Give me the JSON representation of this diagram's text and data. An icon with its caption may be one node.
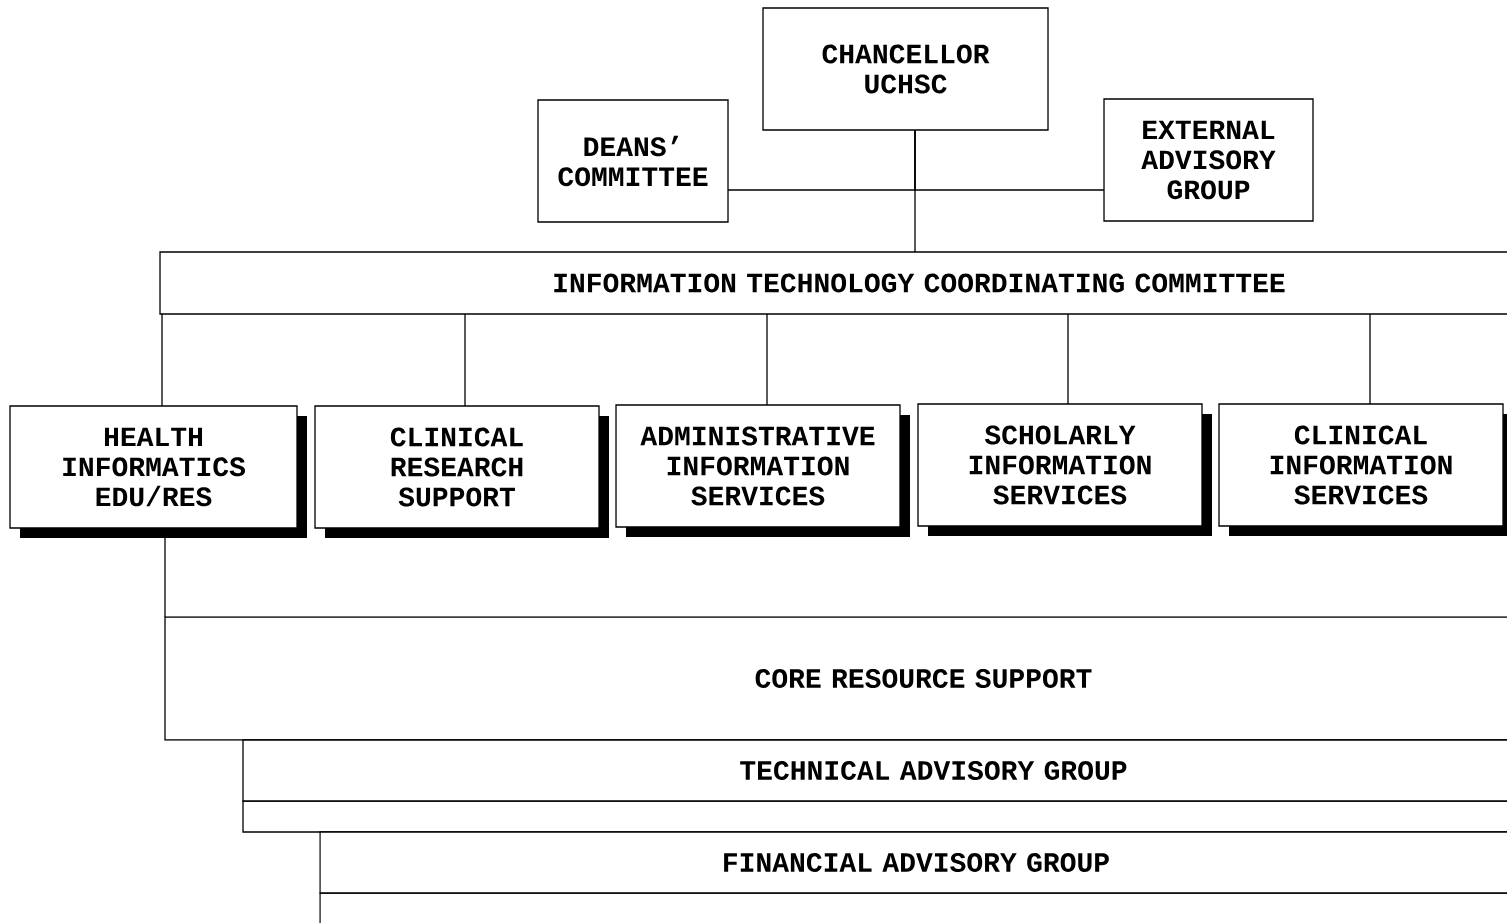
{
  "diagram": {
    "nodes": [
      {
        "text": [
          "CHANCELLOR UCHSC"
        ]
      },
      {
        "text": [
          "DEANS’ COMMITTEE"
        ]
      },
      {
        "text": [
          "EXTERNAL ADVISORY GROUP"
        ]
      },
      {
        "text": [
          "INFORMATION TECHNOLOGY COORDINATING COMMITTEE"
        ]
      },
      {
        "text": [
          "HEALTH INFORMATICS EDU/RES"
        ]
      },
      {
        "text": [
          "CLINICAL RESEARCH SUPPORT"
        ]
      },
      {
        "text": [
          "ADMINISTRATIVE INFORMATION SERVICES"
        ]
      },
      {
        "text": [
          "SCHOLARLY INFORMATION SERVICES"
        ]
      },
      {
        "text": [
          "CLINICAL INFORMATION SERVICES"
        ]
      },
      {
        "text": [
          "CORE RESOURCE SUPPORT"
        ]
      },
      {
        "text": [
          "TECHNICAL ADVISORY GROUP"
        ]
      },
      {
        "text": [
          "FINANCIAL ADVISORY GROUP"
        ]
      }
    ],
    "edges": [
      {
        "from": 0,
        "to": 3,
        "arrow": "none"
      },
      {
        "from": 1,
        "to": 0,
        "arrow": "none"
      },
      {
        "from": 2,
        "to": 0,
        "arrow": "none"
      },
      {
        "from": 3,
        "to": 4,
        "arrow": "none"
      },
      {
        "from": 3,
        "to": 5,
        "arrow": "none"
      },
      {
        "from": 3,
        "to": 6,
        "arrow": "none"
      },
      {
        "from": 3,
        "to": 7,
        "arrow": "none"
      },
      {
        "from": 3,
        "to": 8,
        "arrow": "none"
      },
      {
        "from": 4,
        "to": 9,
        "arrow": "none"
      }
    ]
  }
}
